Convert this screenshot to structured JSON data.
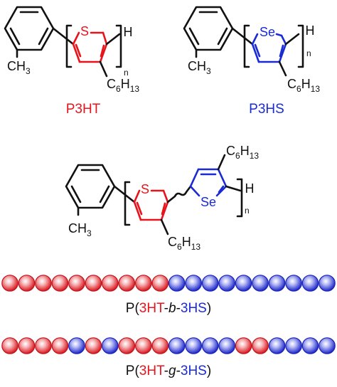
{
  "colors": {
    "thiophene": "#e8141c",
    "selenophene": "#1a2bd6",
    "bond": "#111111"
  },
  "structures": {
    "p3ht": {
      "name": "P3HT",
      "heteroatom": "S",
      "end_h": "H",
      "repeat": "n",
      "side_chain": {
        "c": "C",
        "c_sub": "6",
        "h": "H",
        "h_sub": "13"
      },
      "methyl": {
        "ch": "CH",
        "sub": "3"
      }
    },
    "p3hs": {
      "name": "P3HS",
      "heteroatom": "Se",
      "end_h": "H",
      "repeat": "n",
      "side_chain": {
        "c": "C",
        "c_sub": "6",
        "h": "H",
        "h_sub": "13"
      },
      "methyl": {
        "ch": "CH",
        "sub": "3"
      }
    },
    "copolymer": {
      "heteroatom_1": "S",
      "heteroatom_2": "Se",
      "end_h": "H",
      "repeat": "n",
      "side_chain": {
        "c": "C",
        "c_sub": "6",
        "h": "H",
        "h_sub": "13"
      },
      "methyl": {
        "ch": "CH",
        "sub": "3"
      }
    }
  },
  "bead_chains": [
    {
      "caption": {
        "pre": "P(",
        "a": "3HT",
        "dash1": "-",
        "mid": "b",
        "dash2": "-",
        "b": "3HS",
        "post": ")"
      },
      "sequence": "RRRRRRRRRRBBBBBBBBBB"
    },
    {
      "caption": {
        "pre": "P(",
        "a": "3HT",
        "dash1": "-",
        "mid": "g",
        "dash2": "-",
        "b": "3HS",
        "post": ")"
      },
      "sequence": "RRRRBRBRRRBBBBRRBBBB"
    }
  ]
}
